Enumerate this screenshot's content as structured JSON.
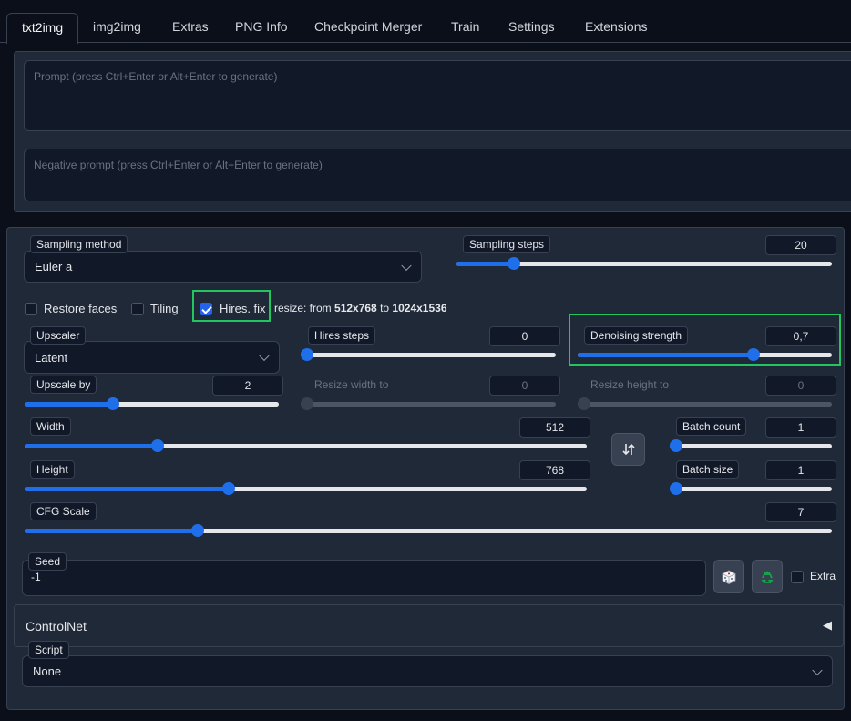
{
  "tabs": [
    "txt2img",
    "img2img",
    "Extras",
    "PNG Info",
    "Checkpoint Merger",
    "Train",
    "Settings",
    "Extensions"
  ],
  "prompt": {
    "placeholder": "Prompt (press Ctrl+Enter or Alt+Enter to generate)"
  },
  "negative_prompt": {
    "placeholder": "Negative prompt (press Ctrl+Enter or Alt+Enter to generate)"
  },
  "sampling_method": {
    "label": "Sampling method",
    "value": "Euler a"
  },
  "sampling_steps": {
    "label": "Sampling steps",
    "value": "20",
    "fraction": 0.14
  },
  "restore_faces": {
    "label": "Restore faces",
    "checked": false
  },
  "tiling": {
    "label": "Tiling",
    "checked": false
  },
  "hires_fix": {
    "label": "Hires. fix",
    "checked": true
  },
  "resize_info": {
    "prefix": "resize: from ",
    "from": "512x768",
    "mid": " to ",
    "to": "1024x1536"
  },
  "upscaler": {
    "label": "Upscaler",
    "value": "Latent"
  },
  "hires_steps": {
    "label": "Hires steps",
    "value": "0",
    "fraction": 0.0
  },
  "denoising": {
    "label": "Denoising strength",
    "value": "0,7",
    "fraction": 0.7
  },
  "upscale_by": {
    "label": "Upscale by",
    "value": "2",
    "fraction": 0.34
  },
  "resize_width": {
    "label": "Resize width to",
    "value": "0",
    "fraction": 0.0
  },
  "resize_height": {
    "label": "Resize height to",
    "value": "0",
    "fraction": 0.0
  },
  "width": {
    "label": "Width",
    "value": "512",
    "fraction": 0.23
  },
  "height": {
    "label": "Height",
    "value": "768",
    "fraction": 0.36
  },
  "batch_count": {
    "label": "Batch count",
    "value": "1",
    "fraction": 0.0
  },
  "batch_size": {
    "label": "Batch size",
    "value": "1",
    "fraction": 0.0
  },
  "cfg_scale": {
    "label": "CFG Scale",
    "value": "7",
    "fraction": 0.21
  },
  "seed": {
    "label": "Seed",
    "value": "-1"
  },
  "extra": {
    "label": "Extra",
    "checked": false
  },
  "controlnet": {
    "label": "ControlNet",
    "arrow": "◀"
  },
  "script": {
    "label": "Script",
    "value": "None"
  },
  "colors": {
    "accent": "#1f6feb",
    "highlight": "#22c55e",
    "panel": "#1f2937",
    "bg": "#0b0f19"
  }
}
